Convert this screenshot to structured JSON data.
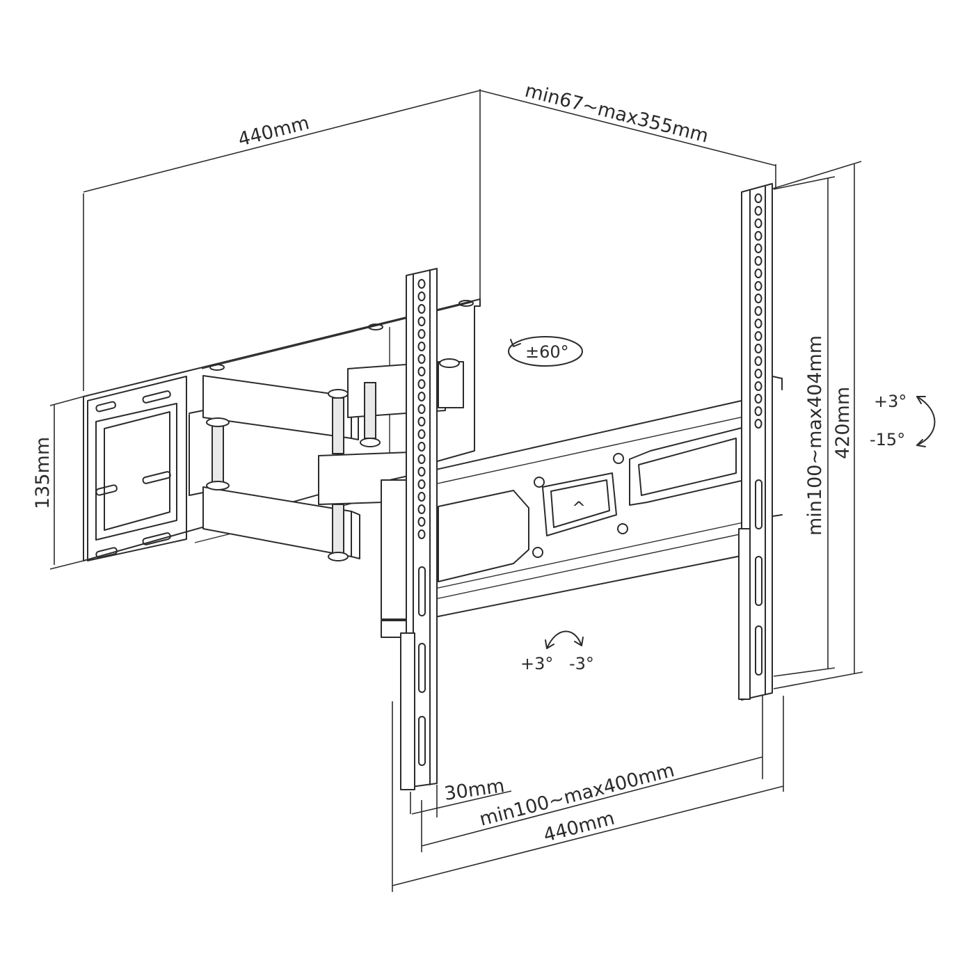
{
  "dimensions": {
    "top_width": "440mm",
    "top_depth": "min67~max355mm",
    "plate_height": "135mm",
    "vesa_vertical": "min100~max404mm",
    "bracket_height": "420mm",
    "rail_width": "30mm",
    "vesa_horizontal": "min100~max400mm",
    "bottom_width": "440mm"
  },
  "adjustments": {
    "swivel": "±60°",
    "tilt_up": "+3°",
    "tilt_down": "-15°",
    "level_plus": "+3°",
    "level_minus": "-3°"
  },
  "icons": {
    "arrow": "up-arrow-icon"
  }
}
